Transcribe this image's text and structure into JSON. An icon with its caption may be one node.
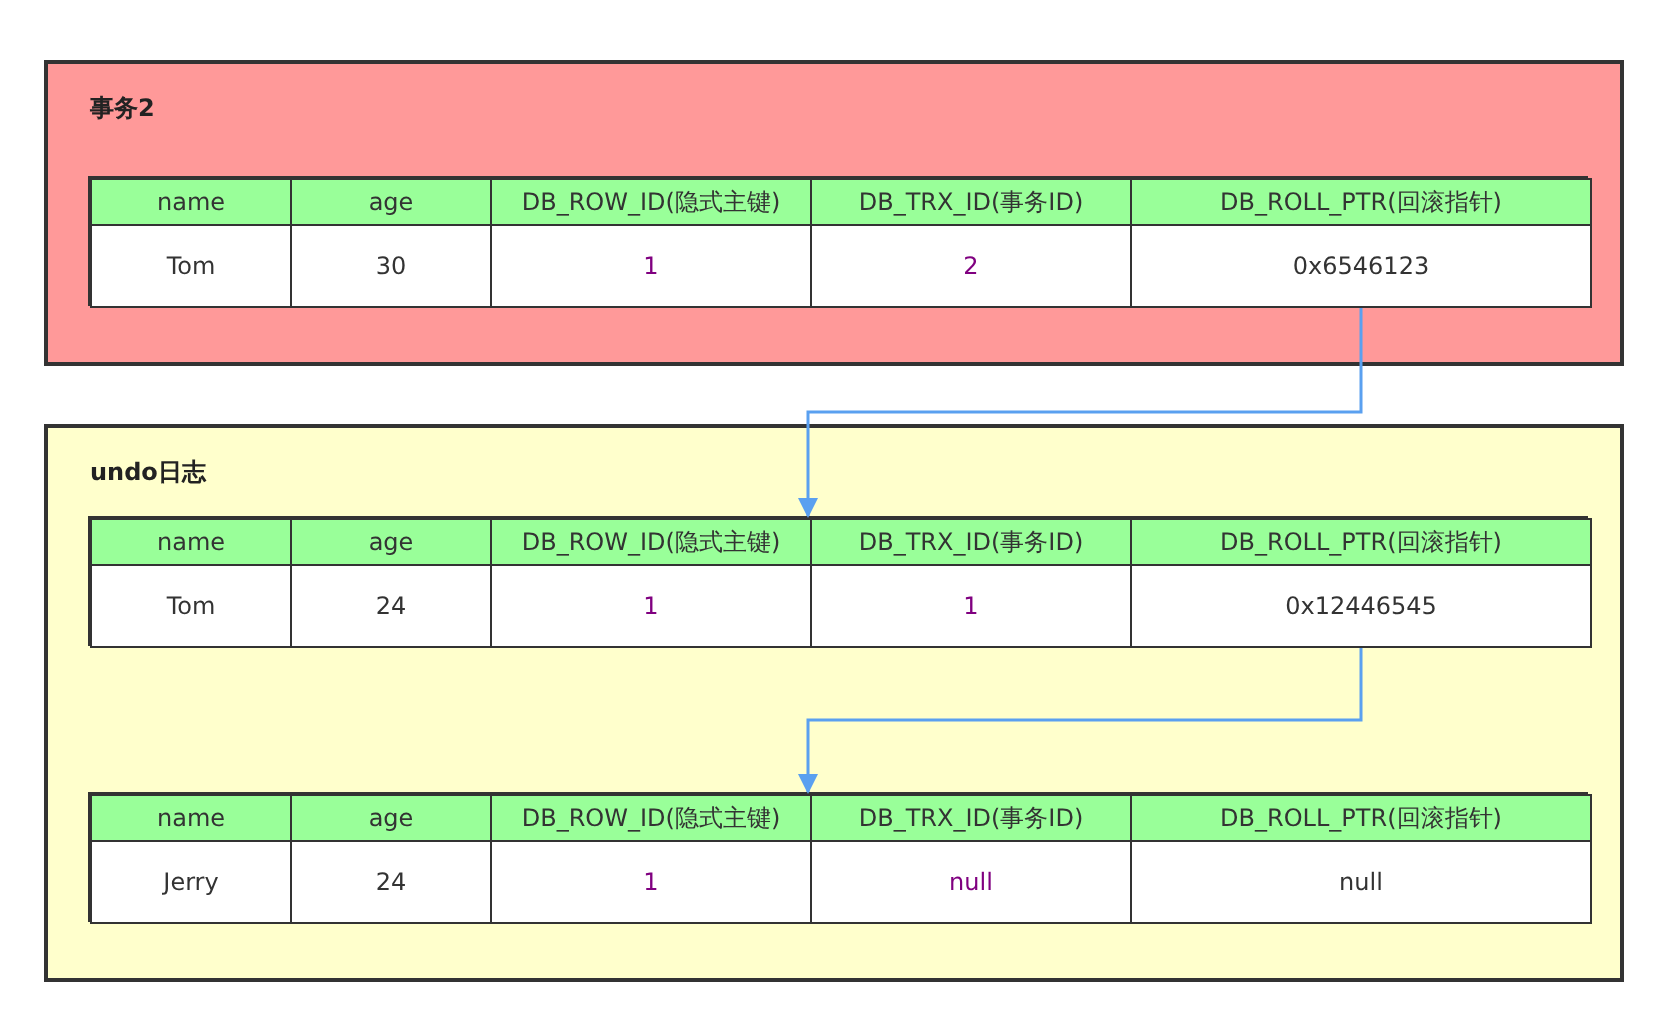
{
  "diagram": {
    "nodes": [
      {
        "text": [
          "事务2"
        ]
      },
      {
        "text": [],
        "shape": "box",
        "in": 0
      },
      {
        "text": [
          "0x6546123"
        ],
        "in": 1
      },
      {
        "text": [
          "undo日志"
        ]
      },
      {
        "text": [],
        "shape": "box",
        "in": 3
      },
      {
        "text": [
          "0x12446545"
        ],
        "in": 4
      },
      {
        "text": [],
        "shape": "box",
        "in": 3
      }
    ],
    "edges": [
      {
        "from": 2,
        "to": 4,
        "arrow": "to"
      },
      {
        "from": 5,
        "to": 6,
        "arrow": "to"
      }
    ],
    "labels": [
      "name",
      "age",
      "DB_ROW_ID(隐式主键)",
      "DB_TRX_ID(事务ID)",
      "DB_ROLL_PTR(回滚指针)",
      "Tom",
      "30",
      "1",
      "2",
      "name",
      "age",
      "DB_ROW_ID(隐式主键)",
      "DB_TRX_ID(事务ID)",
      "DB_ROLL_PTR(回滚指针)",
      "Tom",
      "24",
      "1",
      "1",
      "name",
      "age",
      "DB_ROW_ID(隐式主键)",
      "DB_TRX_ID(事务ID)",
      "DB_ROLL_PTR(回滚指针)",
      "Jerry",
      "24",
      "1",
      "null",
      "null"
    ]
  }
}
